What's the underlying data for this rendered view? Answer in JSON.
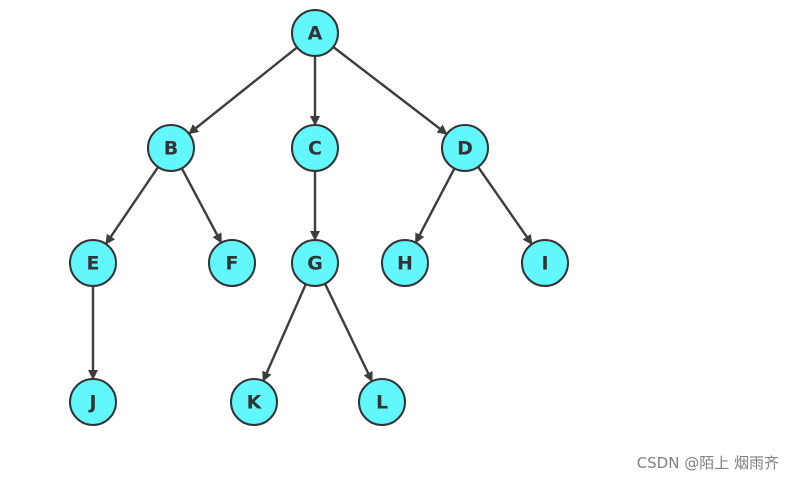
{
  "tree": {
    "nodes": [
      {
        "id": "A",
        "label": "A"
      },
      {
        "id": "B",
        "label": "B"
      },
      {
        "id": "C",
        "label": "C"
      },
      {
        "id": "D",
        "label": "D"
      },
      {
        "id": "E",
        "label": "E"
      },
      {
        "id": "F",
        "label": "F"
      },
      {
        "id": "G",
        "label": "G"
      },
      {
        "id": "H",
        "label": "H"
      },
      {
        "id": "I",
        "label": "I"
      },
      {
        "id": "J",
        "label": "J"
      },
      {
        "id": "K",
        "label": "K"
      },
      {
        "id": "L",
        "label": "L"
      }
    ],
    "edges": [
      {
        "from": "A",
        "to": "B"
      },
      {
        "from": "A",
        "to": "C"
      },
      {
        "from": "A",
        "to": "D"
      },
      {
        "from": "B",
        "to": "E"
      },
      {
        "from": "B",
        "to": "F"
      },
      {
        "from": "C",
        "to": "G"
      },
      {
        "from": "D",
        "to": "H"
      },
      {
        "from": "D",
        "to": "I"
      },
      {
        "from": "E",
        "to": "J"
      },
      {
        "from": "G",
        "to": "K"
      },
      {
        "from": "G",
        "to": "L"
      }
    ]
  },
  "colors": {
    "node_fill": "#61f7fc",
    "node_stroke": "#333333",
    "edge": "#3d3d3d"
  },
  "watermark": "CSDN @陌上 烟雨齐"
}
